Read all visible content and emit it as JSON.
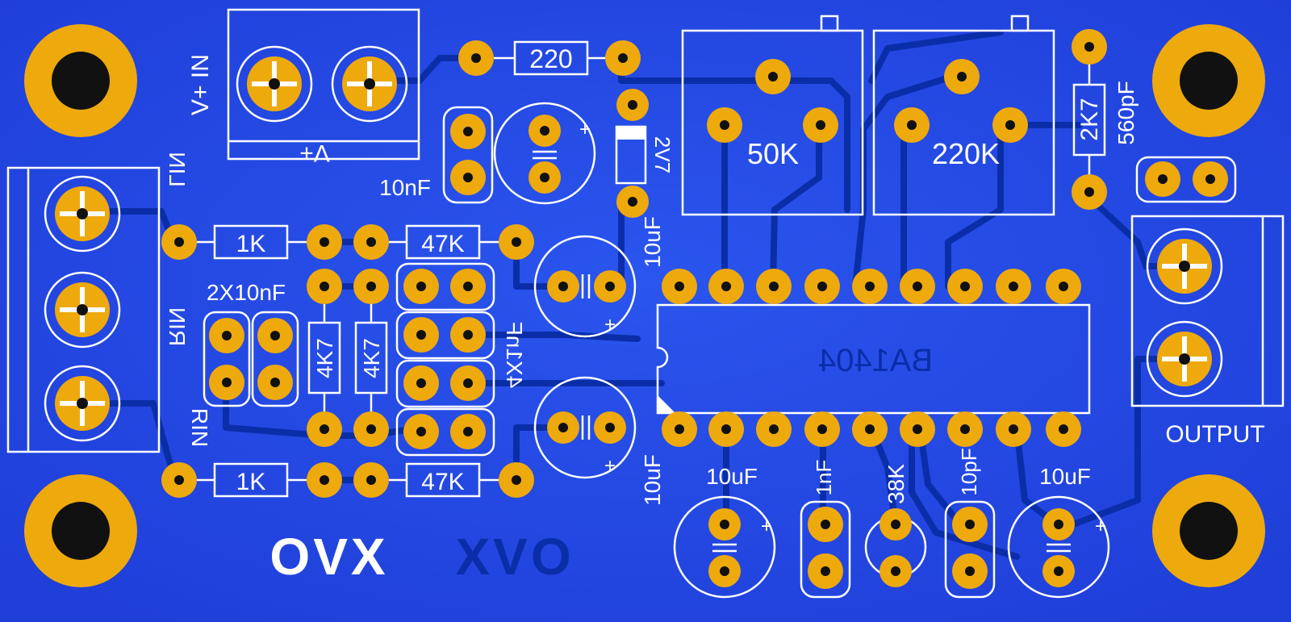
{
  "colors": {
    "board": "#2244dd",
    "pad": "#eea90d",
    "trace": "#0a2ea8",
    "silk": "#ffffff",
    "drill": "#111111"
  },
  "connectors": {
    "power": {
      "label_rot": "V+ IN",
      "label_bottom": "+V"
    },
    "input": {
      "lin": "LIN",
      "rin_top": "RIN",
      "rin_bottom": "RIN"
    },
    "output": {
      "label": "OUTPUT"
    }
  },
  "resistors": {
    "r220": "220",
    "r1k_top": "1K",
    "r47k_top": "47K",
    "r1k_bottom": "1K",
    "r47k_bottom": "47K",
    "r4k7_a": "4K7",
    "r4k7_b": "4K7",
    "r2k7": "2K7"
  },
  "capacitors": {
    "c10nf": "10nF",
    "c2x10nf": "2X10nF",
    "c4x1nf": "4X1nF",
    "c10uf_upper": "10uF",
    "c10uf_lower": "10uF",
    "c10uf_b1": "10uF",
    "c1nf": "1nF",
    "c38k": "38K",
    "c10pf": "10pF",
    "c10uf_b2": "10uF",
    "c560pf": "560pF"
  },
  "zener": {
    "label": "2V7"
  },
  "pots": {
    "p50k": "50K",
    "p220k": "220K"
  },
  "ic": {
    "label": "BA1404"
  },
  "logo": {
    "text": "OVX",
    "mirror": "OVX"
  }
}
